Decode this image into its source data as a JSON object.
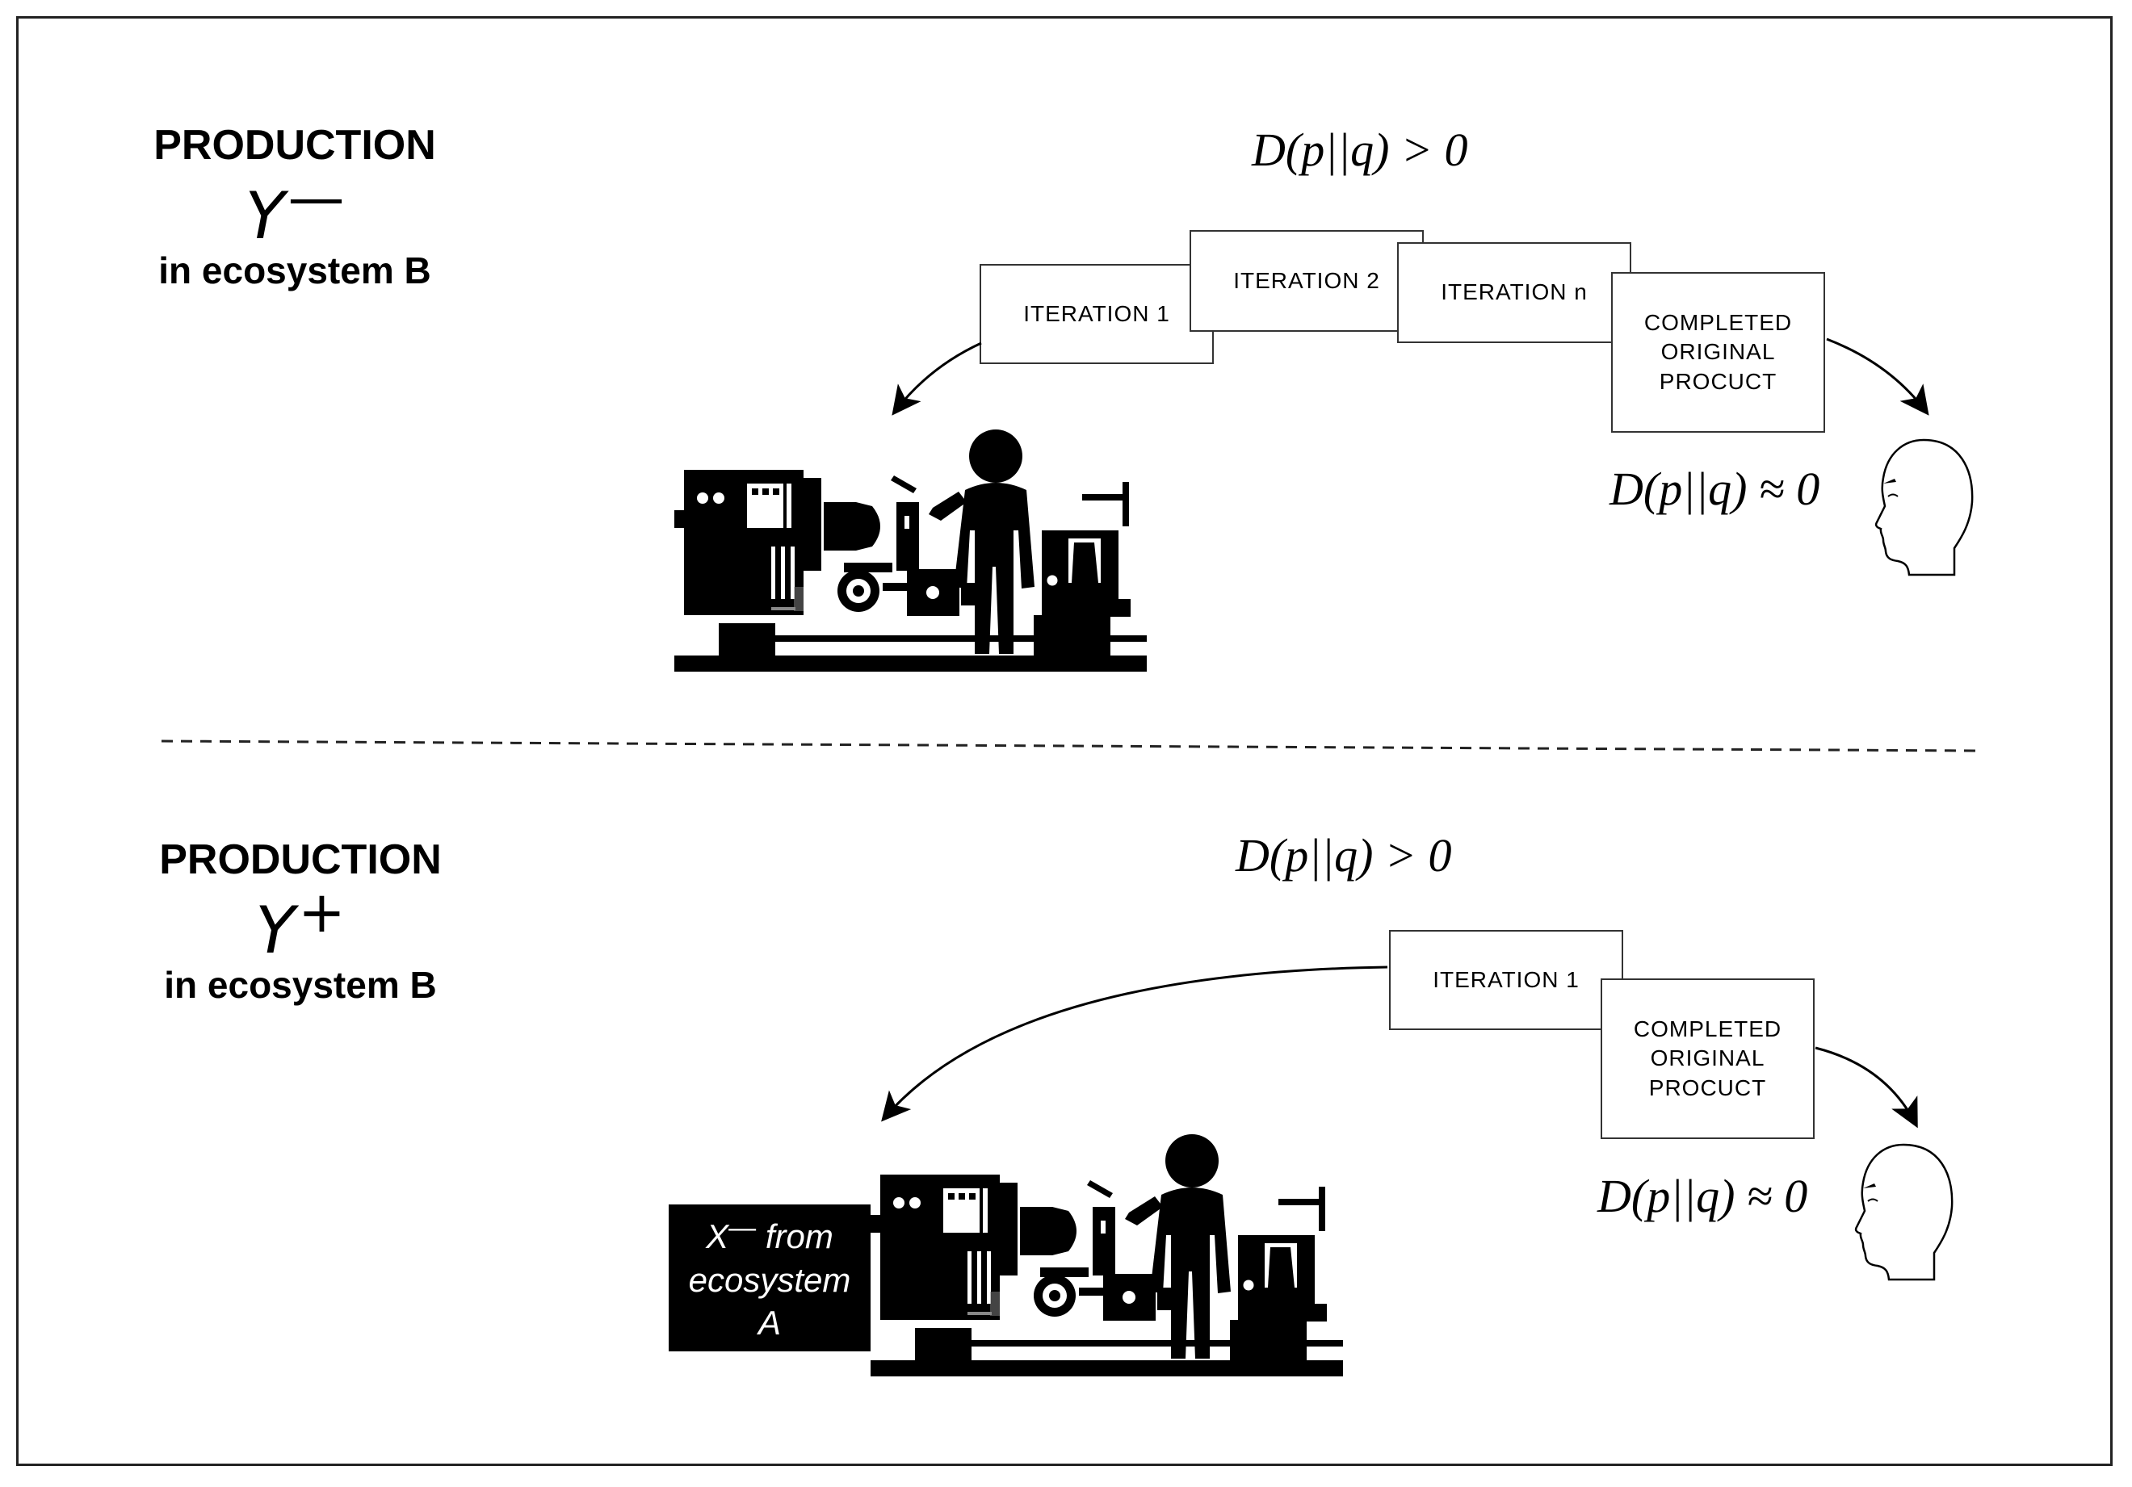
{
  "top": {
    "heading": {
      "line1": "PRODUCTION",
      "symbol": "Y",
      "superscript": "—",
      "line3": "in ecosystem B"
    },
    "formula_iteration": "D(p||q) > 0",
    "iterations": [
      "ITERATION 1",
      "ITERATION 2",
      "ITERATION n"
    ],
    "completed": [
      "COMPLETED",
      "ORIGINAL",
      "PROCUCT"
    ],
    "formula_completed": "D(p||q) ≈ 0"
  },
  "bottom": {
    "heading": {
      "line1": "PRODUCTION",
      "symbol": "Y",
      "superscript": "+",
      "line3": "in ecosystem B"
    },
    "formula_iteration": "D(p||q) > 0",
    "iterations": [
      "ITERATION 1"
    ],
    "completed": [
      "COMPLETED",
      "ORIGINAL",
      "PROCUCT"
    ],
    "formula_completed": "D(p||q) ≈ 0",
    "origin": {
      "symbol": "X",
      "superscript": "—",
      "line1": "from",
      "line2": "ecosystem",
      "line3": "A"
    }
  },
  "icons": [
    "machinist-lathe-icon",
    "human-head-icon",
    "curved-arrow-icon"
  ],
  "colors": {
    "ink": "#000000",
    "background": "#ffffff",
    "box_border": "#333333"
  }
}
